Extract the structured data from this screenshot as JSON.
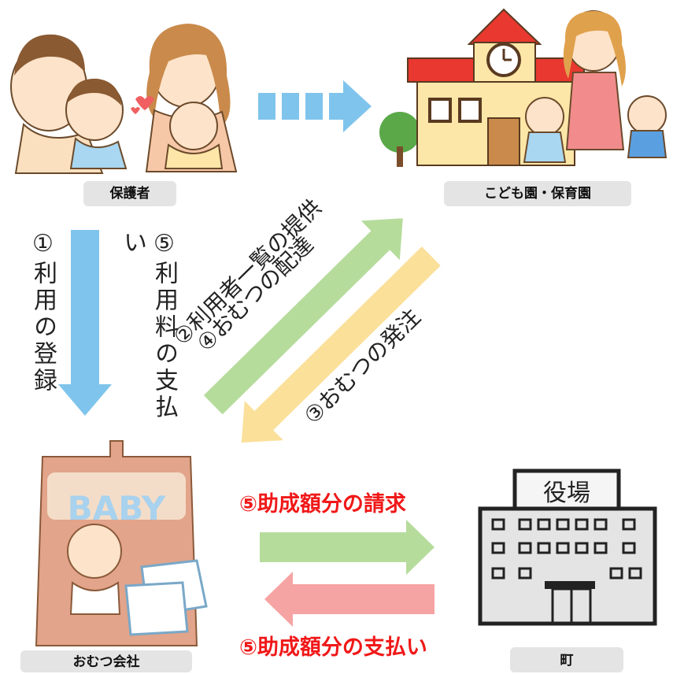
{
  "nodes": {
    "guardian": "保護者",
    "nursery": "こども園・保育園",
    "diaper_company": "おむつ会社",
    "town": "町",
    "town_office_sign": "役場",
    "baby_pack_text": "BABY"
  },
  "steps": {
    "register": "①利用の登録",
    "fee_payment": "⑤利用料の支払い",
    "user_list_line": "②利用者一覧の提供",
    "delivery_line": "④おむつの配達",
    "order": "③おむつの発注",
    "subsidy_claim": "⑤助成額分の請求",
    "subsidy_payment": "⑤助成額分の支払い"
  },
  "colors": {
    "blue_arrow": "#7fc4ec",
    "green_arrow": "#b6dc9c",
    "yellow_arrow": "#fbe09a",
    "pink_arrow": "#f6a3a3",
    "label_bg": "#e4e4e4",
    "emphasis_red": "#f01818"
  }
}
